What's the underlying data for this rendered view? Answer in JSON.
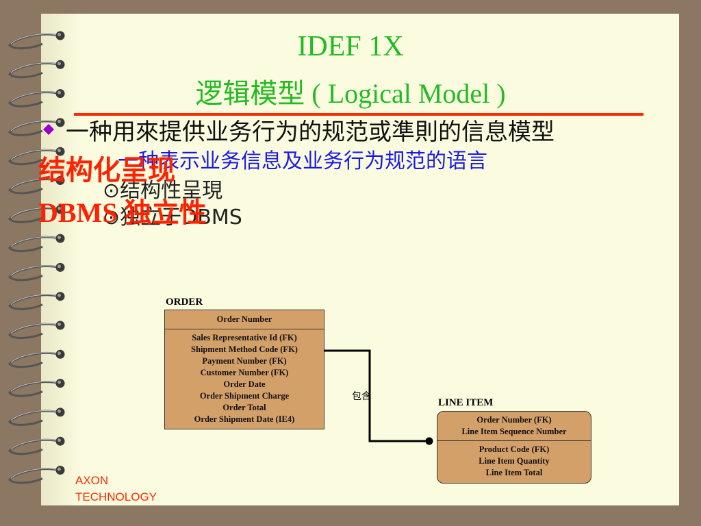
{
  "slide": {
    "title_line1": "IDEF 1X",
    "title_line2": "逻辑模型 ( Logical Model )",
    "bullet_main": "一种用來提供业务行为的规范或準則的信息模型",
    "sub_bullet": "一种表示业务信息及业务行为规范的语言",
    "item1_symbol": "⊙",
    "item1_text": "结构性呈現",
    "item2_symbol": "⊙",
    "item2_text": "独立于DBMS",
    "overlay_text1": "结构化呈现",
    "overlay_text2": "DBMS 独立性",
    "footer_line1": "AXON",
    "footer_line2": "TECHNOLOGY"
  },
  "diagram": {
    "order": {
      "label": "ORDER",
      "key": "Order Number",
      "attributes": [
        "Sales Representative Id (FK)",
        "Shipment Method Code (FK)",
        "Payment Number (FK)",
        "Customer Number (FK)",
        "Order Date",
        "Order Shipment Charge",
        "Order Total",
        "Order Shipment Date (IE4)"
      ]
    },
    "line_item": {
      "label": "LINE ITEM",
      "keys": [
        "Order Number (FK)",
        "Line Item Sequence Number"
      ],
      "attributes": [
        "Product Code (FK)",
        "Line Item Quantity",
        "Line Item Total"
      ]
    },
    "relationship": {
      "label": "包含"
    }
  },
  "colors": {
    "background": "#8b7762",
    "paper": "#fbfbe0",
    "title": "#22bb22",
    "accent": "#ff2a00",
    "sub_bullet": "#1a1ae6",
    "entity_fill": "#d4a06a",
    "bullet_diamond": "#9b00c9"
  },
  "icons": {
    "bullet": "diamond-bullet-icon",
    "binder": "spiral-ring-icon"
  }
}
